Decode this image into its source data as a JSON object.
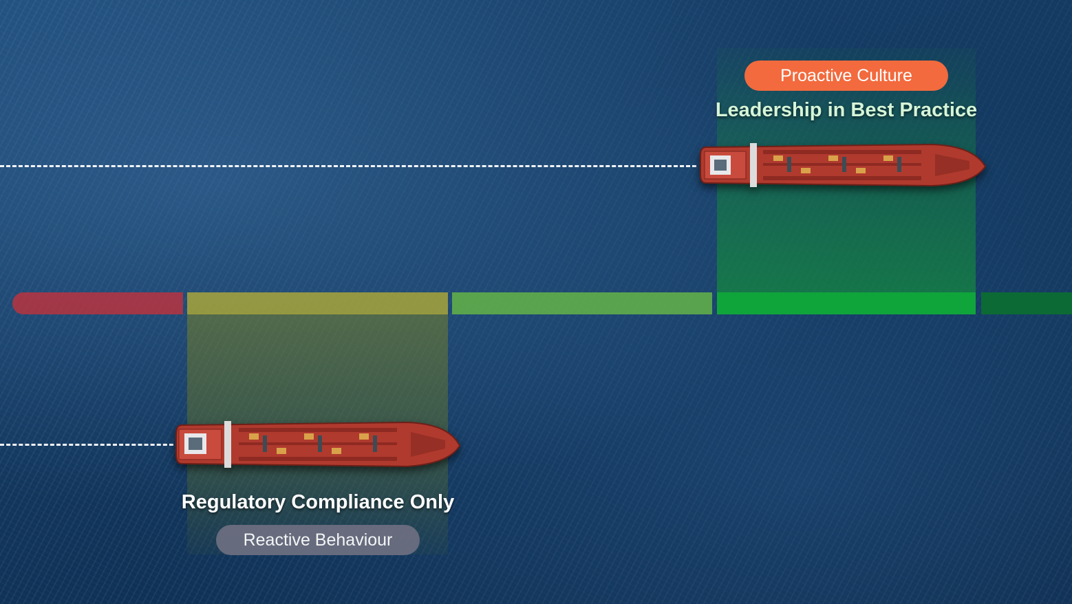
{
  "slide": {
    "proactive_label": "Proactive Culture",
    "leadership_heading": "Leadership in Best Practice",
    "regulatory_heading": "Regulatory Compliance Only",
    "reactive_label": "Reactive Behaviour"
  },
  "scale": {
    "segments": [
      "#b7343f",
      "#a8a43a",
      "#5ea94c",
      "#10a53b",
      "#0c6a34"
    ]
  },
  "colors": {
    "proactive_pill": "#f26a3d",
    "reactive_pill": "#6b6e80",
    "sea": "#143a62",
    "ship_hull": "#b03a2e"
  },
  "icons": [
    "tanker-ship-icon",
    "tanker-ship-icon"
  ]
}
